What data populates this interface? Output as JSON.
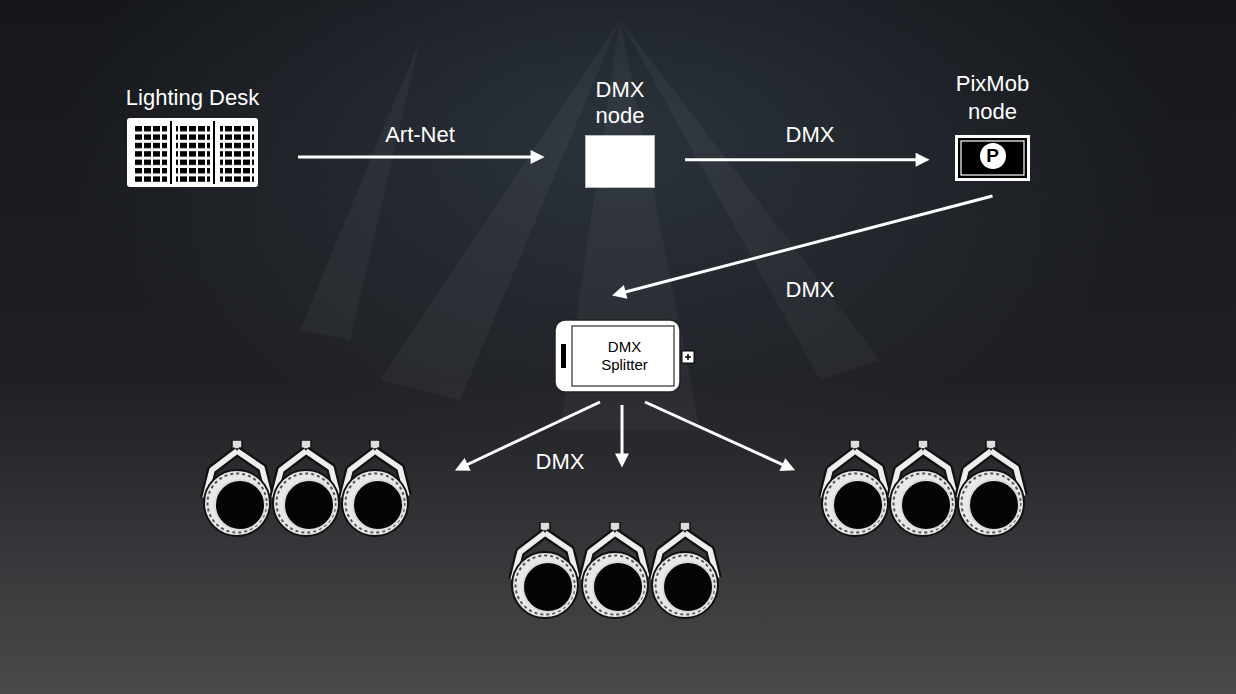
{
  "diagram": {
    "nodes": [
      {
        "text": [
          "Lighting Desk"
        ]
      },
      {
        "text": [
          "DMX node"
        ]
      },
      {
        "text": [
          "PixMob node",
          "P"
        ]
      },
      {
        "text": [
          "DMX Splitter"
        ]
      }
    ],
    "edges": [
      {
        "from": 0,
        "to": 1,
        "arrow": "to",
        "label": "Art-Net"
      },
      {
        "from": 1,
        "to": 2,
        "arrow": "to",
        "label": "DMX"
      },
      {
        "from": 2,
        "to": 3,
        "arrow": "to",
        "label": "DMX"
      }
    ],
    "labels": [
      "DMX"
    ]
  }
}
